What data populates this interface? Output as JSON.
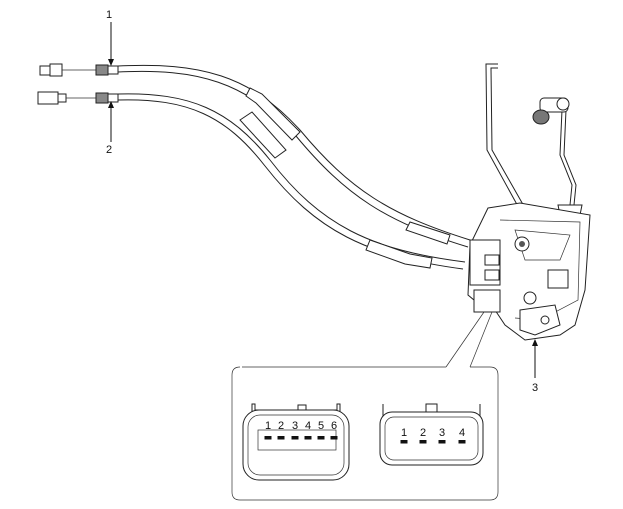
{
  "callouts": {
    "label_1": "1",
    "label_2": "2",
    "label_3": "3"
  },
  "connector_6pin": {
    "pins": [
      "1",
      "2",
      "3",
      "4",
      "5",
      "6"
    ]
  },
  "connector_4pin": {
    "pins": [
      "1",
      "2",
      "3",
      "4"
    ]
  },
  "colors": {
    "line": "#222222",
    "background": "#ffffff"
  }
}
